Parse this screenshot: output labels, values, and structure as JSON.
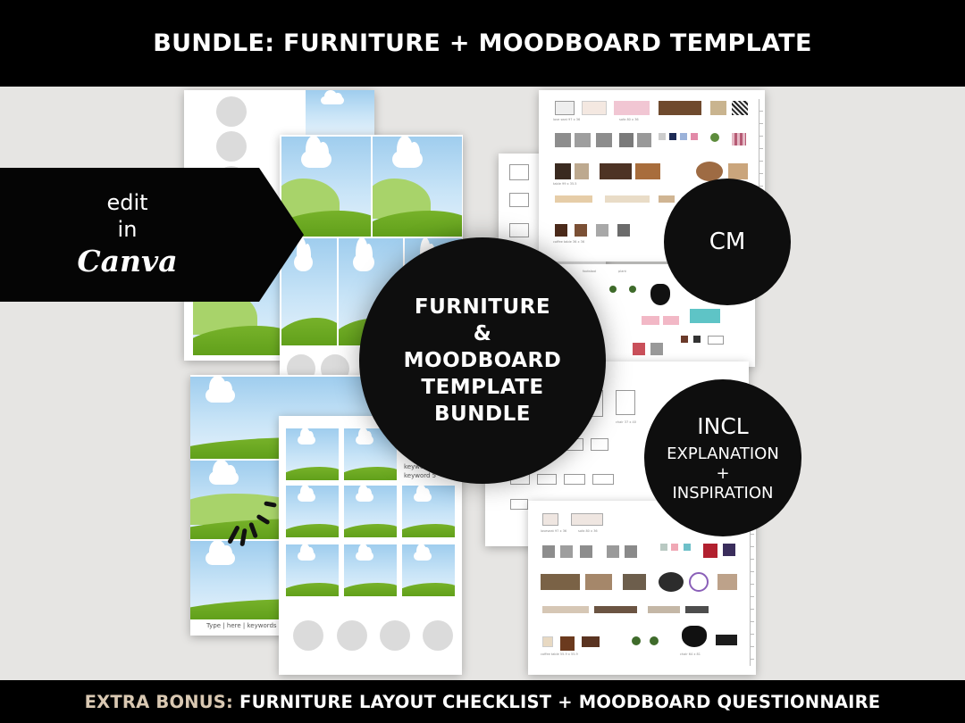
{
  "header": {
    "title": "BUNDLE: FURNITURE + MOODBOARD TEMPLATE"
  },
  "footer": {
    "label": "EXTRA BONUS:",
    "text": "FURNITURE LAYOUT CHECKLIST + MOODBOARD QUESTIONNAIRE"
  },
  "canva_tag": {
    "line1": "edit",
    "line2": "in",
    "brand": "Canva"
  },
  "main_badge": {
    "lines": [
      "FURNITURE",
      "&",
      "MOODBOARD",
      "TEMPLATE",
      "BUNDLE"
    ]
  },
  "cm_badge": {
    "text": "CM"
  },
  "incl_badge": {
    "title": "INCL",
    "line1": "EXPLANATION",
    "plus": "+",
    "line2": "INSPIRATION"
  },
  "moodboard_sheet": {
    "keywords": [
      "keyword 4",
      "keyword 5"
    ],
    "footer": "Type | here | keywords | that | sui"
  },
  "furniture_labels": {
    "sheet1": [
      "love seat 97 x 36",
      "sofa 80 x 36",
      "table 99 x 35.5",
      "coffee table 36 x 36"
    ],
    "sheet2": [
      "footstool",
      "plant",
      "chair 37 x 40"
    ],
    "sheet3": [
      "loveseat 97 x 36",
      "sofa 80 x 36",
      "coffee table 55.9 x 55.9",
      "chair 64 x 81"
    ]
  },
  "colors": {
    "banner": "#000000",
    "badge": "#0e0e0e",
    "accent": "#d9c8b2",
    "background": "#e6e5e3"
  }
}
